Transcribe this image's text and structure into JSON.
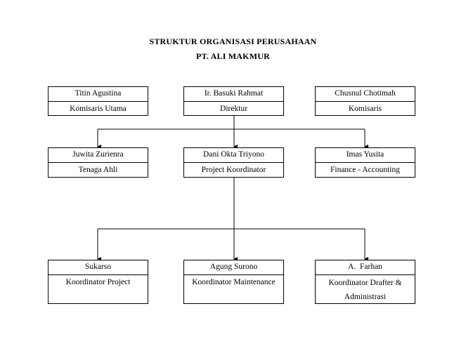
{
  "header": {
    "title": "STRUKTUR ORGANISASI PERUSAHAAN",
    "company": "PT. ALI MAKMUR"
  },
  "rows": {
    "top": [
      {
        "name": "Titin Agustina",
        "role": "Komisaris Utama"
      },
      {
        "name": "Ir. Basuki Rahmat",
        "role": "Direktur"
      },
      {
        "name": "Chusnul Chotimah",
        "role": "Komisaris"
      }
    ],
    "middle": [
      {
        "name": "Juwita Zurienra",
        "role": "Tenaga Ahli"
      },
      {
        "name": "Dani Okta Triyono",
        "role": "Project Koordinator"
      },
      {
        "name": "Imas Yusita",
        "role": "Finance - Accounting"
      }
    ],
    "bottom": [
      {
        "name": "Sukarso",
        "role": "Koordinator Project"
      },
      {
        "name": "Agung Surono",
        "role": "Koordinator Maintenance"
      },
      {
        "name": "A.  Farhan",
        "role": "Koordinator Drafter & Administrasi"
      }
    ]
  }
}
